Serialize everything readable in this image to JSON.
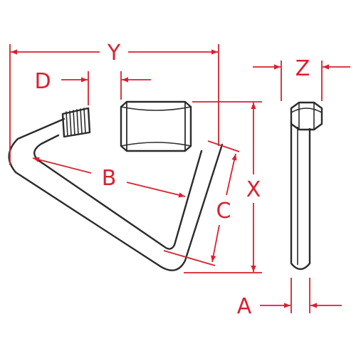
{
  "colors": {
    "dimension": "#d8212f",
    "outline": "#2b2b2b",
    "background": "#ffffff"
  },
  "labels": {
    "Y": "Y",
    "Z": "Z",
    "D": "D",
    "B": "B",
    "C": "C",
    "X": "X",
    "A": "A"
  }
}
